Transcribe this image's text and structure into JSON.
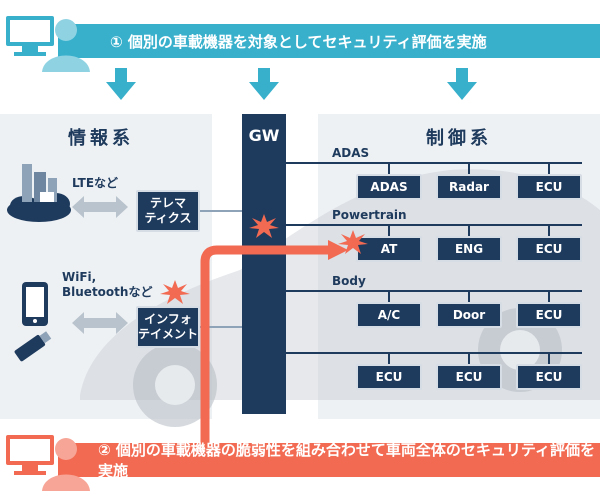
{
  "top_banner": {
    "text": "① 個別の車載機器を対象としてセキュリティ評価を実施"
  },
  "bottom_banner": {
    "text": "② 個別の車載機器の脆弱性を組み合わせて車両全体のセキュリティ評価を実施"
  },
  "info_zone": {
    "title": "情報系",
    "lte_label": "LTEなど",
    "wifi_label": "WiFi,\nBluetoothなど",
    "telematics": "テレマ\nティクス",
    "infotainment": "インフォ\nテイメント"
  },
  "gateway": {
    "label": "GW"
  },
  "control_zone": {
    "title": "制御系",
    "buses": [
      {
        "name": "ADAS",
        "ecus": [
          "ADAS",
          "Radar",
          "ECU"
        ]
      },
      {
        "name": "Powertrain",
        "ecus": [
          "AT",
          "ENG",
          "ECU"
        ]
      },
      {
        "name": "Body",
        "ecus": [
          "A/C",
          "Door",
          "ECU"
        ]
      },
      {
        "name": "",
        "ecus": [
          "ECU",
          "ECU",
          "ECU"
        ]
      }
    ]
  },
  "colors": {
    "navy": "#1e3a5c",
    "cyan": "#38b0cc",
    "orange": "#f26a52",
    "zone": "#eef1f4"
  }
}
